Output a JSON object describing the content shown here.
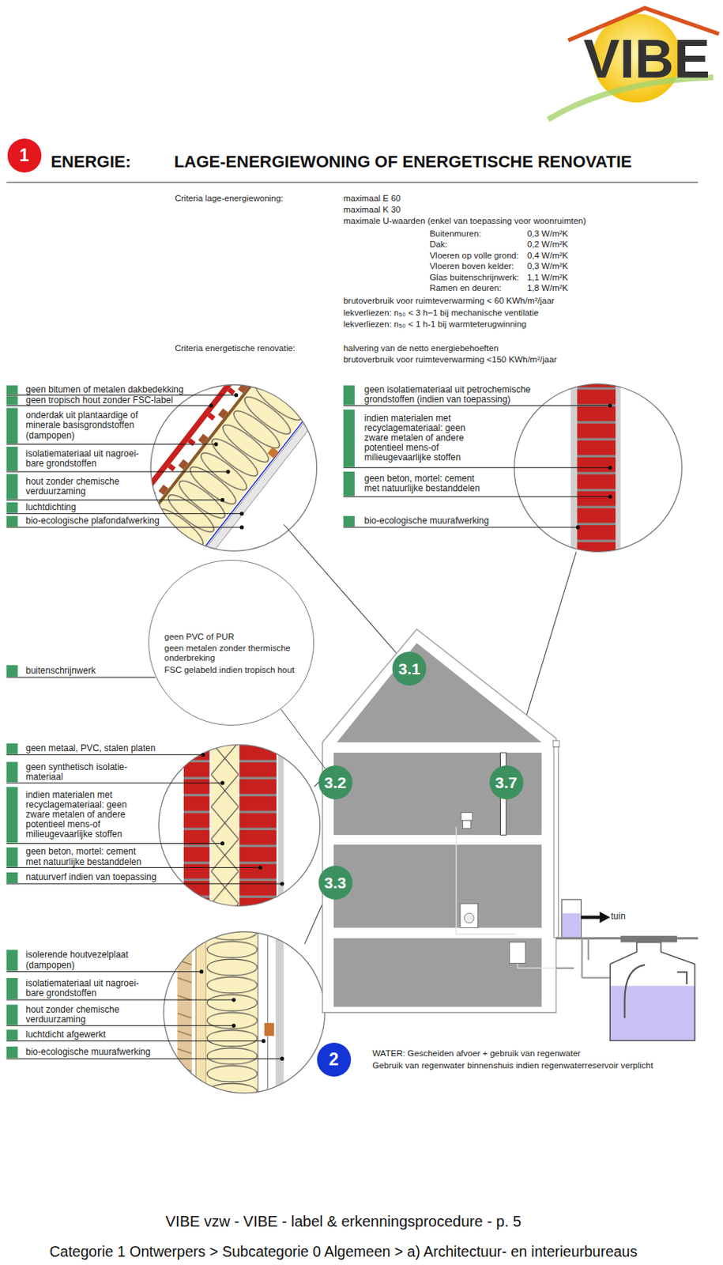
{
  "diagram": {
    "title": "LAGE-ENERGIEWONING OF ENERGETISCHE RENOVATIE",
    "nodes": [
      {
        "text": [
          "1"
        ]
      },
      {
        "text": [
          "geen PVC of PUR",
          "geen metalen zonder thermische onderbreking",
          "FSC gelabeld indien tropisch hout"
        ]
      },
      {
        "text": [
          "3.1"
        ]
      },
      {
        "text": [
          "3.2"
        ]
      },
      {
        "text": [
          "3.7"
        ]
      },
      {
        "text": [
          "3.3"
        ]
      },
      {
        "text": [
          "2"
        ]
      }
    ],
    "edges": [
      {
        "from": 1,
        "to": 3,
        "arrow": "none"
      }
    ],
    "labels": [
      "VIBE",
      "ENERGIE:",
      "Criteria lage-energiewoning:",
      "maximaal E 60",
      "maximaal K 30",
      "maximale U-waarden (enkel van toepassing voor woonruimten)",
      "Buitenmuren:",
      "0,3 W/m²K",
      "Dak:",
      "0,2 W/m²K",
      "Vloeren op volle grond:",
      "0,4 W/m²K",
      "Vloeren boven kelder:",
      "0,3 W/m²K",
      "Glas buitenschrijnwerk:",
      "1,1 W/m²K",
      "Ramen en deuren:",
      "1,8 W/m²K",
      "brutoverbruik voor ruimteverwarming < 60 KWh/m²/jaar",
      "lekverliezen: n₅₀ < 3 h−1 bij mechanische ventilatie",
      "lekverliezen: n₅₀ < 1 h-1 bij warmteterugwinning",
      "Criteria energetische renovatie:",
      "halvering van de netto energiebehoeften",
      "brutoverbruik voor ruimteverwarming <150 KWh/m²/jaar",
      "geen bitumen of metalen dakbedekking",
      "geen tropisch hout zonder FSC-label",
      "onderdak uit plantaardige of minerale basisgrondstoffen (dampopen)",
      "isolatiemateriaal uit nagroei- bare grondstoffen",
      "hout zonder chemische verduurzaming",
      "luchtdichting",
      "bio-ecologische plafondafwerking",
      "geen isolatiemateriaal uit petrochemische grondstoffen (indien van toepassing)",
      "indien materialen met recyclagemateriaal: geen zware metalen of andere potentieel mens-of milieugevaarlijke stoffen",
      "geen beton, mortel: cement met natuurlijke bestanddelen",
      "bio-ecologische muurafwerking",
      "buitenschrijnwerk",
      "geen metaal, PVC, stalen platen",
      "geen synthetisch isolatie- materiaal",
      "indien materialen met recyclagemateriaal: geen zware metalen of andere potentieel mens-of milieugevaarlijke stoffen",
      "geen beton, mortel: cement met natuurlijke bestanddelen",
      "natuurverf indien van toepassing",
      "isolerende houtvezelplaat (dampopen)",
      "isolatiemateriaal uit nagroei- bare grondstoffen",
      "hout zonder chemische verduurzaming",
      "luchtdicht afgewerkt",
      "bio-ecologische muurafwerking",
      "tuin",
      "WATER: Gescheiden afvoer + gebruik van regenwater",
      "Gebruik van regenwater binnenshuis indien regenwaterreservoir verplicht",
      "VIBE vzw - VIBE - label & erkenningsprocedure - p. 5",
      "Categorie 1 Ontwerpers > Subcategorie 0 Algemeen > a) Architectuur- en interieurbureaus"
    ]
  }
}
